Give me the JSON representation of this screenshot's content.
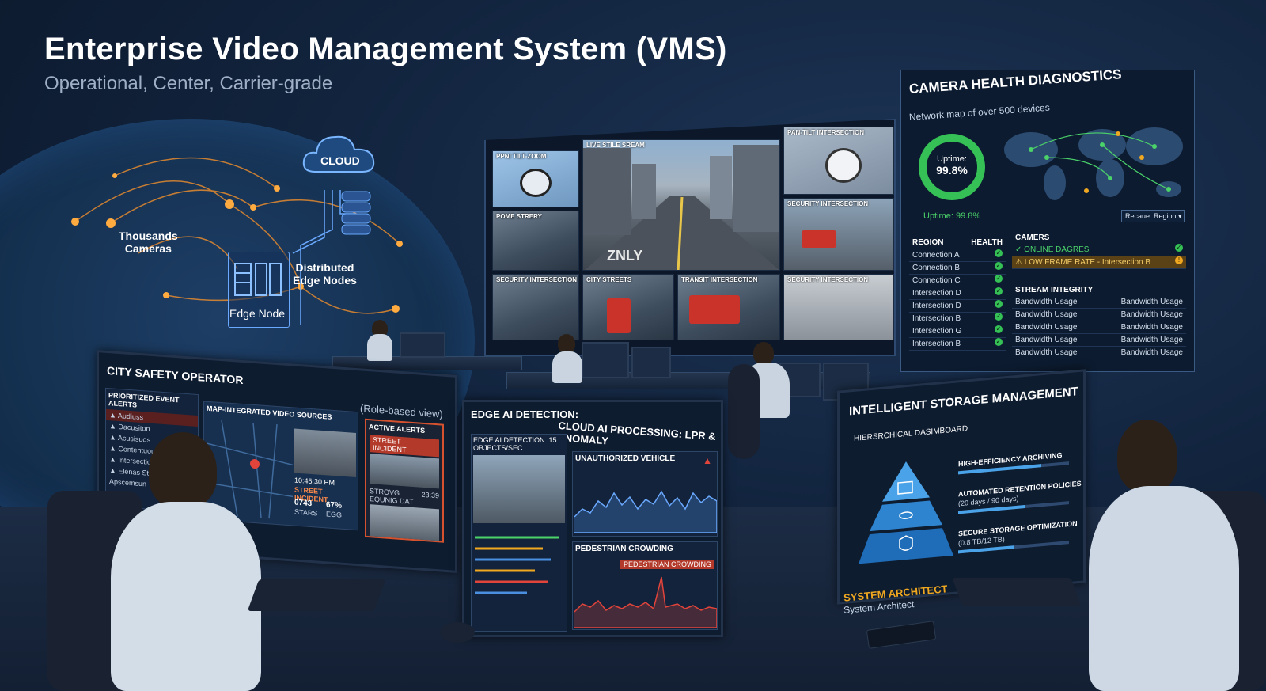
{
  "header": {
    "title": "Enterprise Video Management System (VMS)",
    "subtitle": "Operational, Center, Carrier-grade"
  },
  "globe": {
    "cloud": "CLOUD",
    "cameras": "Thousands\nCameras",
    "edge_nodes": "Distributed\nEdge Nodes",
    "edge_node": "Edge Node"
  },
  "video_wall": {
    "tiles": [
      "PPNI TILT-ZOOM",
      "LIVE STILE SREAM",
      "PAN-TILT INTERSECTION",
      "POME STRERY",
      "SECURITY INTERSECTION",
      "SECURITY INTERSECTION",
      "CITY STREETS",
      "TRANSIT INTERSECTION",
      "SECURITY INTERSECTION"
    ]
  },
  "diagnostics": {
    "title": "CAMERA HEALTH DIAGNOSTICS",
    "subtitle": "Network map of over 500 devices",
    "uptime_label": "Uptime:",
    "uptime_value": "99.8%",
    "uptime_caption": "Uptime: 99.8%",
    "region_select": "Recaue: Region",
    "region_header": "REGION",
    "health_header": "HEALTH",
    "regions": [
      "Connection A",
      "Connection B",
      "Connection C",
      "Intersection D",
      "Intersection D",
      "Intersection B",
      "Intersection G",
      "Intersection B"
    ],
    "cameras_header": "CAMERS",
    "online": "ONLINE DAGRES",
    "low_frame": "LOW FRAME RATE - Intersection B",
    "stream_header": "STREAM INTEGRITY",
    "stream_rows": [
      "Bandwidth Usage",
      "Bandwidth Usage",
      "Bandwidth Usage",
      "Bandwidth Usage",
      "Bandwidth Usage"
    ],
    "accent_green": "#35c155",
    "accent_amber": "#f0a820"
  },
  "operator": {
    "title": "CITY SAFETY OPERATOR",
    "role": "(Role-based view)",
    "alerts_header": "PRIORITIZED EVENT ALERTS",
    "alerts": [
      "Audiuss",
      "Dacusiton",
      "Acusisuos",
      "Contentuous",
      "Intersection",
      "Elenas Stees",
      "Apscemsun"
    ],
    "map_header": "MAP-INTEGRATED VIDEO SOURCES",
    "time": "10:45:30 PM",
    "incident": "STREET INCIDENT",
    "stat1": "0743",
    "stat1_label": "STARS",
    "stat2": "67%",
    "stat2_label": "EGG",
    "active_alerts": "ACTIVE ALERTS",
    "active_incident": "STREET INCIDENT",
    "strovs": "STROVG EQUNIG DAT",
    "strovs_time": "23:39"
  },
  "ai": {
    "edge_title": "EDGE AI DETECTION:",
    "cloud_title": "CLOUD AI PROCESSING: LPR & ANOMALY",
    "edge_objects": "EDGE AI DETECTION: 15 OBJECTS/SEC",
    "unauthorized": "UNAUTHORIZED VEHICLE",
    "pedestrian": "PEDESTRIAN CROWDING",
    "pedestrian_badge": "PEDESTRIAN CROWDING"
  },
  "storage": {
    "title": "INTELLIGENT STORAGE MANAGEMENT",
    "dashboard": "HIERSRCHICAL DASIMBOARD",
    "archiving": "HIGH-EFFICIENCY ARCHIVING",
    "retention": "AUTOMATED RETENTION POLICIES",
    "retention_sub": "(20 days / 90 days)",
    "secure": "SECURE STORAGE OPTIMIZATION",
    "secure_sub": "(0.8 TB/12 TB)"
  },
  "architect": {
    "label": "SYSTEM ARCHITECT",
    "sub": "System Architect"
  }
}
